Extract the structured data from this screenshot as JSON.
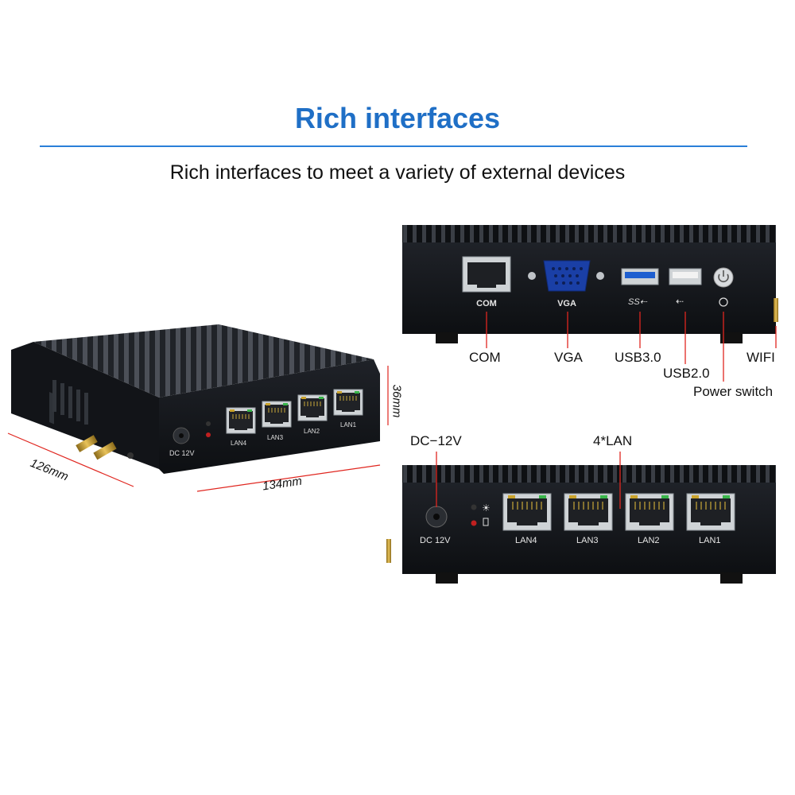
{
  "heading": {
    "title": "Rich interfaces",
    "subtitle": "Rich interfaces to meet a variety of external devices"
  },
  "colors": {
    "title": "#1f6fc6",
    "rule": "#2a7fd8",
    "callout": "#e0261f",
    "case": "#16181c"
  },
  "iso_view": {
    "depth": "126mm",
    "width": "134mm",
    "height": "36mm",
    "power_label": "DC 12V",
    "ports": [
      "LAN4",
      "LAN3",
      "LAN2",
      "LAN1"
    ]
  },
  "front_panel": {
    "port_marks": {
      "com": "COM",
      "vga": "VGA"
    },
    "callouts": {
      "com": "COM",
      "vga": "VGA",
      "usb3": "USB3.0",
      "usb2": "USB2.0",
      "power": "Power switch",
      "wifi": "WIFI"
    }
  },
  "rear_panel": {
    "callouts": {
      "dc": "DC−12V",
      "lan": "4*LAN"
    },
    "power_label": "DC 12V",
    "ports": [
      "LAN4",
      "LAN3",
      "LAN2",
      "LAN1"
    ]
  }
}
